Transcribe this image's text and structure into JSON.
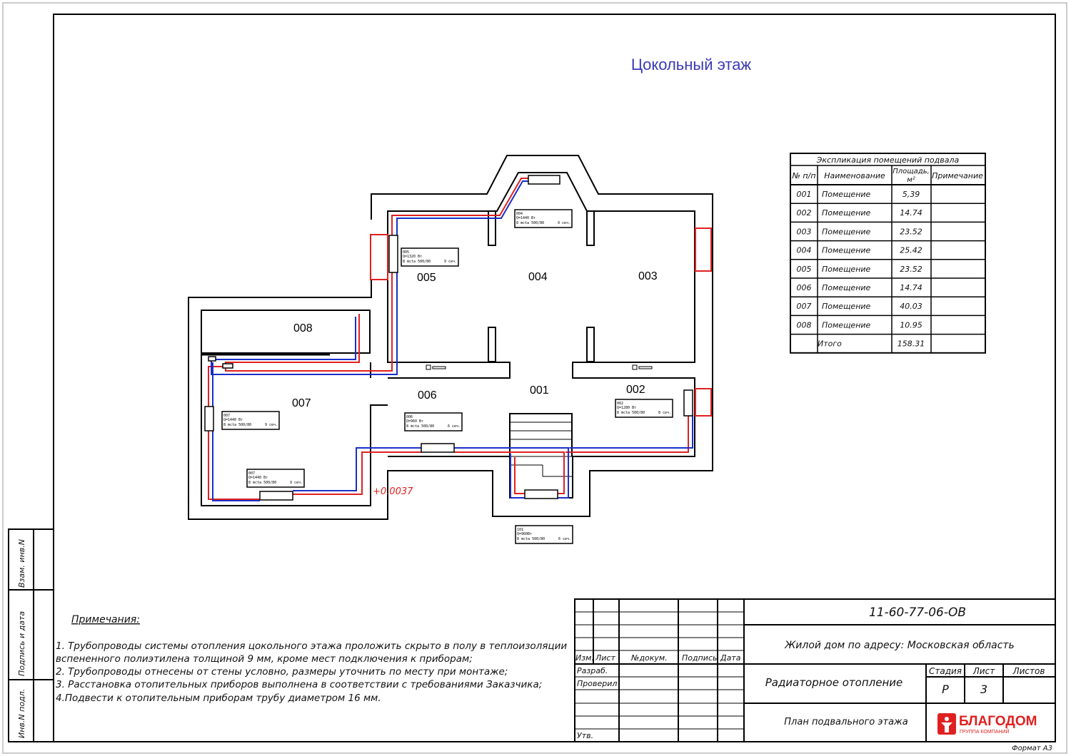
{
  "title": "Цокольный этаж",
  "rooms": [
    {
      "id": "001"
    },
    {
      "id": "002"
    },
    {
      "id": "003"
    },
    {
      "id": "004"
    },
    {
      "id": "005"
    },
    {
      "id": "006"
    },
    {
      "id": "007"
    },
    {
      "id": "008"
    }
  ],
  "radiator_labels": [
    {
      "room": "004",
      "q": "Q=1440 Вт",
      "spec": "8 mcta 500/80",
      "sec": "9 сеч."
    },
    {
      "room": "005",
      "q": "Q=1320 Вт",
      "spec": "8 mcta 500/80",
      "sec": "9 сеч."
    },
    {
      "room": "002",
      "q": "Q=1280 Вт",
      "spec": "8 mcta 500/80",
      "sec": "8 сеч."
    },
    {
      "room": "006",
      "q": "Q=960 Вт",
      "spec": "8 mcta 500/80",
      "sec": "6 сеч."
    },
    {
      "room": "007",
      "q": "Q=1440 Вт",
      "spec": "8 mcta 500/80",
      "sec": "9 сеч."
    },
    {
      "room": "007",
      "q": "Q=1440 Вт",
      "spec": "8 mcta 500/80",
      "sec": "9 сеч."
    },
    {
      "room": "101",
      "q": "Q=960Вт",
      "spec": "8 mcta 500/80",
      "sec": "6 сеч."
    }
  ],
  "level_mark": "+0.0037",
  "explication": {
    "title": "Экспликация помещений подвала",
    "headers": [
      "№ п/п",
      "Наименование",
      "Площадь, м²",
      "Примечание"
    ],
    "rows": [
      [
        "001",
        "Помещение",
        "5,39",
        ""
      ],
      [
        "002",
        "Помещение",
        "14.74",
        ""
      ],
      [
        "003",
        "Помещение",
        "23.52",
        ""
      ],
      [
        "004",
        "Помещение",
        "25.42",
        ""
      ],
      [
        "005",
        "Помещение",
        "23.52",
        ""
      ],
      [
        "006",
        "Помещение",
        "14.74",
        ""
      ],
      [
        "007",
        "Помещение",
        "40.03",
        ""
      ],
      [
        "008",
        "Помещение",
        "10.95",
        ""
      ]
    ],
    "total_label": "Итого",
    "total_value": "158.31"
  },
  "notes": {
    "heading": "Примечания:",
    "lines": [
      "1. Трубопроводы системы отопления цокольного этажа проложить скрыто в полу в теплоизоляции",
      "вспененного полиэтилена толщиной 9 мм, кроме мест подключения к приборам;",
      "2. Трубопроводы отнесены от стены условно, размеры уточнить по месту при монтаже;",
      "3. Расстановка отопительных приборов выполнена в соответствии с требованиями Заказчика;",
      "4.Подвести к отопительным приборам трубу диаметром 16 мм."
    ]
  },
  "side_stamp": [
    "Взам. инв.N",
    "Подпись и дата",
    "Инв.N подл."
  ],
  "title_block": {
    "code": "11-60-77-06-ОВ",
    "address": "Жилой дом по адресу: Московская область",
    "system": "Радиаторное отопление",
    "sheet_name": "План подвального этажа",
    "col_headers": [
      "Изм.",
      "Лист",
      "№докум.",
      "Подпись",
      "Дата"
    ],
    "roles": [
      "Разраб.",
      "Проверил",
      "Утв."
    ],
    "stage_headers": [
      "Стадия",
      "Лист",
      "Листов"
    ],
    "stage": "Р",
    "sheet": "3",
    "logo_name": "БЛАГОДОМ",
    "logo_sub": "ГРУППА КОМПАНИЙ",
    "format": "Формат А3"
  },
  "colors": {
    "supply": "#e02020",
    "return": "#1a2fc8",
    "title": "#3a3ab8",
    "door": "#e02020"
  }
}
